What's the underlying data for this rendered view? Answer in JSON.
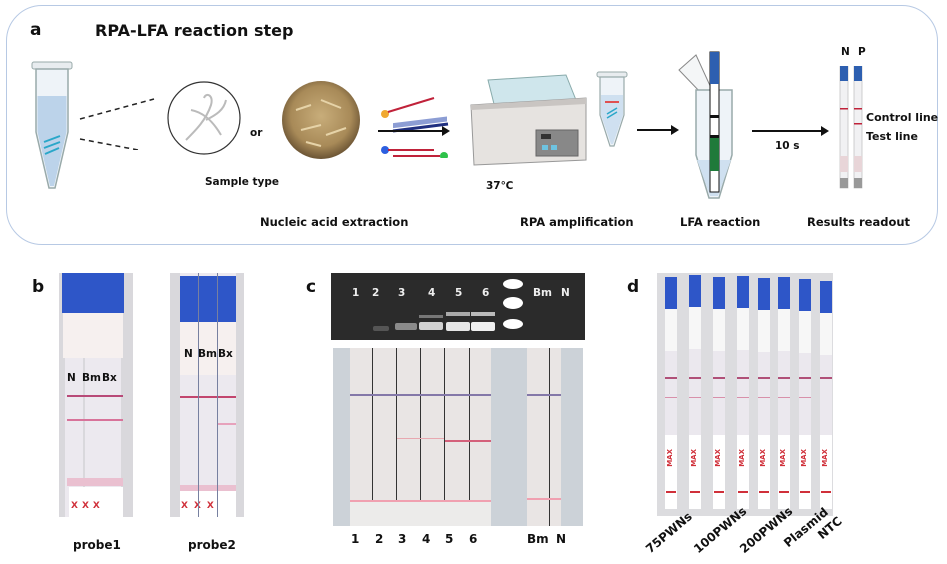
{
  "panel_a": {
    "letter": "a",
    "title": "RPA-LFA reaction step",
    "sample_or": "or",
    "sample_type_label": "Sample type",
    "temperature": "37℃",
    "time_label": "10 s",
    "strip_labels": [
      "N",
      "P"
    ],
    "control_line_label": "Control line",
    "test_line_label": "Test line",
    "steps": [
      "Nucleic acid extraction",
      "RPA amplification",
      "LFA reaction",
      "Results readout"
    ],
    "colors": {
      "border": "#b7c9e4",
      "strip_blue": "#2d5fb0",
      "strip_green": "#1f7a3a",
      "line_red": "#c0223a"
    }
  },
  "panel_b": {
    "letter": "b",
    "groups": [
      {
        "caption": "probe1",
        "strip_labels": [
          "N",
          "Bm",
          "Bx"
        ]
      },
      {
        "caption": "probe2",
        "strip_labels": [
          "N",
          "Bm",
          "Bx"
        ]
      }
    ]
  },
  "panel_c": {
    "letter": "c",
    "gel_lane_labels": [
      "1",
      "2",
      "3",
      "4",
      "5",
      "6",
      "Bm",
      "N"
    ],
    "strip_labels": [
      "1",
      "2",
      "3",
      "4",
      "5",
      "6",
      "Bm",
      "N"
    ]
  },
  "panel_d": {
    "letter": "d",
    "strip_labels": [
      "75PWNs",
      "100PWNs",
      "200PWNs",
      "Plasmid",
      "NTC"
    ]
  }
}
